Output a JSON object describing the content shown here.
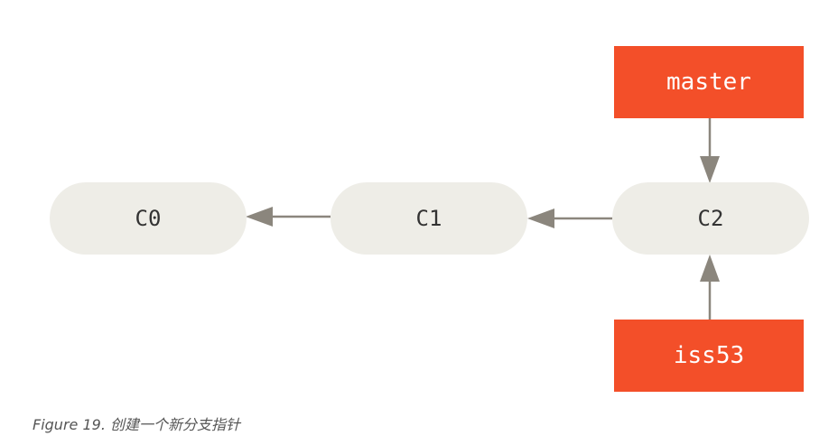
{
  "commits": [
    {
      "id": "c0",
      "label": "C0"
    },
    {
      "id": "c1",
      "label": "C1"
    },
    {
      "id": "c2",
      "label": "C2"
    }
  ],
  "branches": [
    {
      "id": "master",
      "label": "master"
    },
    {
      "id": "iss53",
      "label": "iss53"
    }
  ],
  "caption": "Figure 19. 创建一个新分支指针",
  "colors": {
    "commit_fill": "#EEEDE7",
    "commit_text": "#333333",
    "branch_fill": "#F34F29",
    "branch_text": "#FFFFFF",
    "arrow": "#8B867D",
    "caption_text": "#555555"
  }
}
